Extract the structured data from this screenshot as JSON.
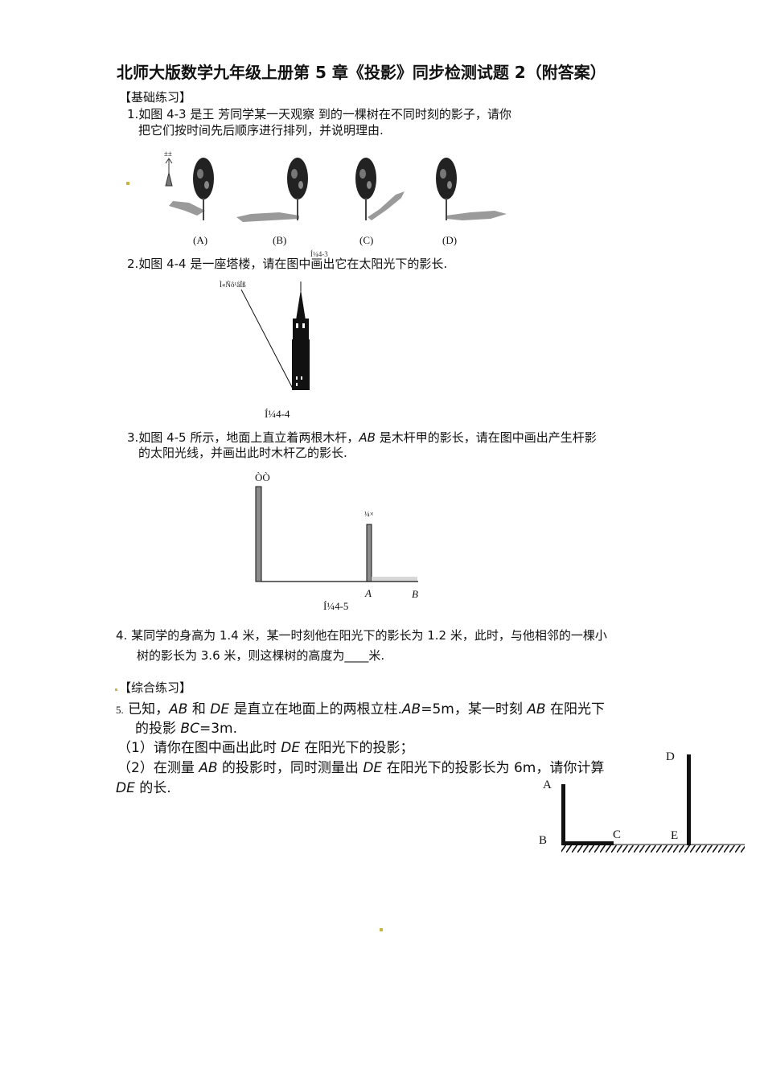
{
  "title": "北师大版数学九年级上册第 5 章《投影》同步检测试题 2（附答案）",
  "basic_section": "【基础练习】",
  "q1": {
    "line1": "1.如图 4-3 是王 芳同学某一天观察 到的一棵树在不同时刻的影子，请你",
    "line2": "把它们按时间先后顺序进行排列，并说明理由.",
    "labels": [
      "(A)",
      "(B)",
      "(C)",
      "(D)"
    ],
    "compass_mark": "±±",
    "stray_caption": "Í¼4-3"
  },
  "q2": {
    "text": "2.如图 4-4 是一座塔楼，请在图中画出它在太阳光下的影长.",
    "garbled_label": "Ì«Ñô¹âÏß",
    "caption": "Í¼4-4"
  },
  "q3": {
    "line1_pre": "3.如图 4-5 所示，地面上直立着两根木杆，",
    "line1_var": "AB",
    "line1_post": " 是木杆甲的影长，请在图中画出产生杆影",
    "line2": "的太阳光线，并画出此时木杆乙的影长.",
    "pole1_label": "ÒÒ",
    "pole2_label": "¼×",
    "point_a": "A",
    "point_b": "B",
    "caption": "Í¼4-5"
  },
  "q4": {
    "line1": "4. 某同学的身高为 1.4 米，某一时刻他在阳光下的影长为 1.2 米，此时，与他相邻的一棵小",
    "line2": "树的影长为 3.6 米，则这棵树的高度为____米."
  },
  "comp_section": "【综合练习】",
  "q5": {
    "num": "5.",
    "l1_a": "已知，",
    "l1_ab": "AB",
    "l1_b": " 和 ",
    "l1_de": "DE",
    "l1_c": " 是直立在地面上的两根立柱.",
    "l1_ab2": "AB",
    "l1_d": "=5m，某一时刻 ",
    "l1_ab3": "AB",
    "l1_e": " 在阳光下",
    "l2_a": "的投影 ",
    "l2_bc": "BC",
    "l2_b": "=3m.",
    "l3_a": "（1）请你在图中画出此时 ",
    "l3_de": "DE",
    "l3_b": " 在阳光下的投影；",
    "l4_a": "（2）在测量 ",
    "l4_ab": "AB",
    "l4_b": " 的投影时，同时测量出 ",
    "l4_de": "DE",
    "l4_c": " 在阳光下的投影长为 6m，请你计算",
    "l5_de": "DE",
    "l5_a": " 的长.",
    "points": {
      "A": "A",
      "B": "B",
      "C": "C",
      "D": "D",
      "E": "E"
    }
  },
  "colors": {
    "ink": "#111111",
    "pole_gray": "#8c8c8c",
    "shadow_gray": "#9a9a9a",
    "accent_dot": "#c9b44a"
  }
}
